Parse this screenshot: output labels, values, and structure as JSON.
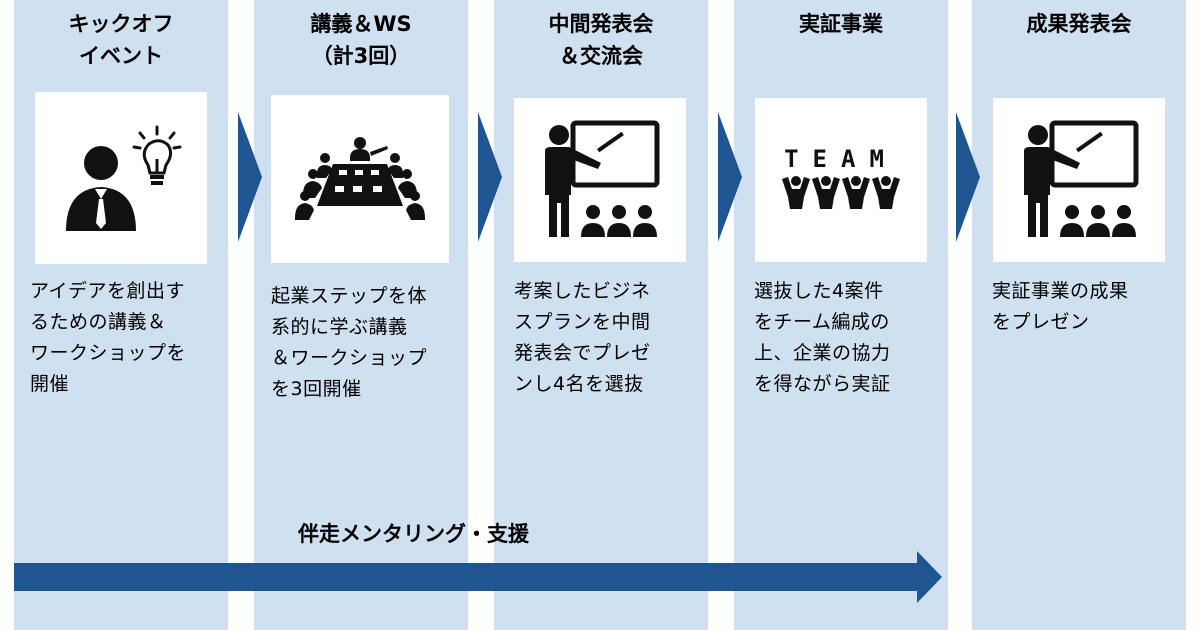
{
  "colors": {
    "column_bg": "#cfe0f1",
    "arrow": "#1f5591",
    "icon": "#111111"
  },
  "steps": [
    {
      "title": "キックオフ\nイベント",
      "icon": "person-idea-icon",
      "desc": "アイデアを創出す\nるための講義＆\nワークショップを\n開催"
    },
    {
      "title": "講義＆WS\n（計3回）",
      "icon": "meeting-table-icon",
      "desc": "起業ステップを体\n系的に学ぶ講義\n＆ワークショップ\nを3回開催"
    },
    {
      "title": "中間発表会\n＆交流会",
      "icon": "presentation-icon",
      "desc": "考案したビジネ\nスプランを中間\n発表会でプレゼ\nンし4名を選抜"
    },
    {
      "title": "実証事業",
      "icon": "team-icon",
      "team_text": "TEAM",
      "desc": "選抜した4案件\nをチーム編成の\n上、企業の協力\nを得ながら実証"
    },
    {
      "title": "成果発表会",
      "icon": "presentation-icon",
      "desc": "実証事業の成果\nをプレゼン"
    }
  ],
  "support": {
    "label": "伴走メンタリング・支援"
  }
}
